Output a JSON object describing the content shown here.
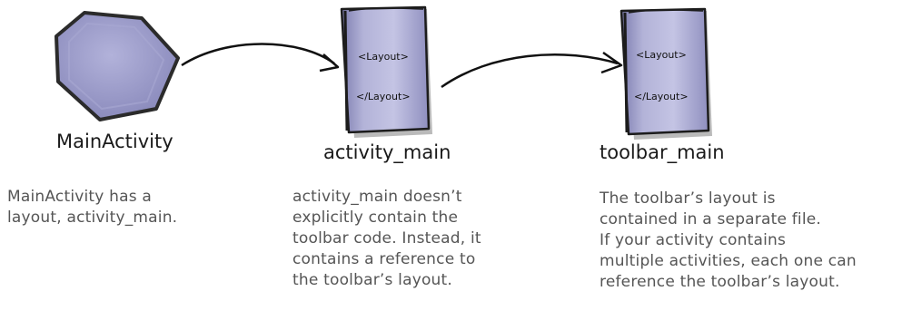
{
  "nodes": {
    "main_activity": {
      "label": "MainActivity"
    },
    "activity_main": {
      "label": "activity_main",
      "open_tag": "<Layout>",
      "close_tag": "</Layout>"
    },
    "toolbar_main": {
      "label": "toolbar_main",
      "open_tag": "<Layout>",
      "close_tag": "</Layout>"
    }
  },
  "notes": {
    "main_activity": [
      "MainActivity has a",
      "layout, activity_main."
    ],
    "activity_main": [
      "activity_main doesn’t",
      "explicitly contain the",
      "toolbar code. Instead, it",
      "contains a reference to",
      "the toolbar’s layout."
    ],
    "toolbar_main": [
      "The toolbar’s layout is",
      "contained in a separate file.",
      "If your activity contains",
      "multiple activities, each one can",
      "reference the toolbar’s layout."
    ]
  },
  "colors": {
    "shape_fill": "#9b9bc6",
    "shape_stroke": "#2b2b2b",
    "arrow": "#111111",
    "note_text": "#555555"
  }
}
